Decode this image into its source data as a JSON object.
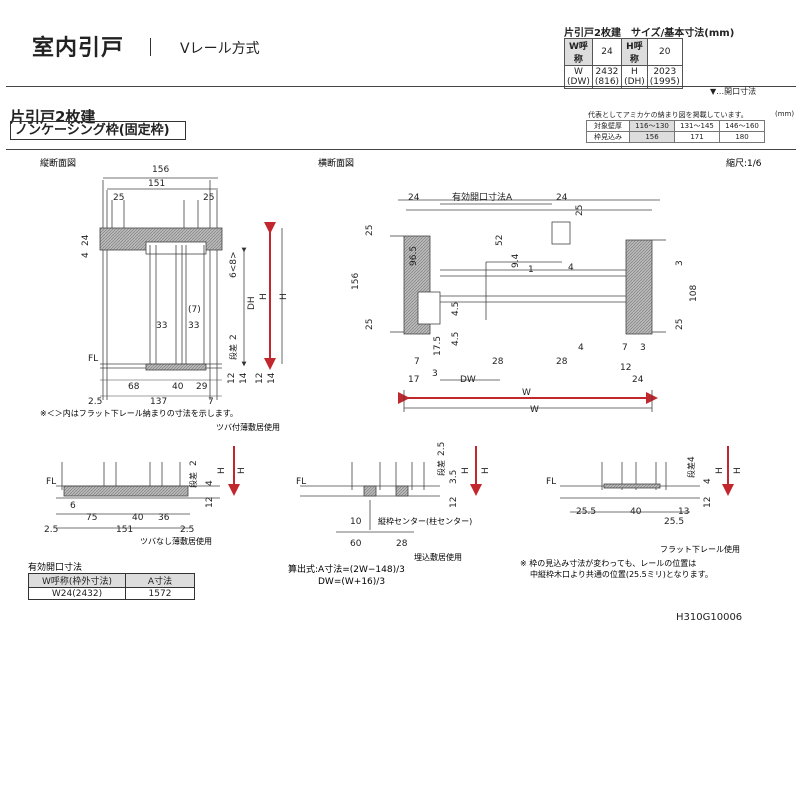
{
  "header": {
    "title": "室内引戸",
    "subtitle": "Vレール方式"
  },
  "spec": {
    "caption": "片引戸2枚建　サイズ/基本寸法(mm)",
    "w_head": "W呼称",
    "w_call": "24",
    "h_head": "H呼称",
    "h_call": "20",
    "w_label": "W",
    "w_sub": "(DW)",
    "w_val": "2432",
    "w_val2": "(816)",
    "h_label": "H",
    "h_sub": "(DH)",
    "h_val": "2023",
    "h_val2": "(1995)",
    "open_note": "▼…開口寸法"
  },
  "section": {
    "title": "片引戸2枚建",
    "frame": "ノンケーシング枠(固定枠)"
  },
  "frame_table": {
    "note": "代表としてアミカケの納まり図を掲載しています。",
    "unit": "(mm)",
    "row1_head": "対象壁厚",
    "row1": [
      "116〜130",
      "131〜145",
      "146〜160"
    ],
    "row2_head": "枠見込み",
    "row2": [
      "156",
      "171",
      "180"
    ]
  },
  "labels": {
    "vertical": "縦断面図",
    "horizontal": "横断面図",
    "scale": "縮尺:1/6",
    "bracket_note": "※＜＞内はフラット下レール納まりの寸法を示します。",
    "tsuba_thin": "ツバ付薄敷居使用",
    "tsuba_none": "ツバなし薄敷居使用",
    "embedded": "埋込敷居使用",
    "flat_rail": "フラット下レール使用",
    "center": "縦枠センター(柱センター)",
    "fl": "FL",
    "eff_open_A": "有効開口寸法A",
    "dansa": "段差"
  },
  "effective": {
    "title": "有効開口寸法",
    "col1": "W呼称(枠外寸法)",
    "col2": "A寸法",
    "row_w": "W24(2432)",
    "row_a": "1572"
  },
  "formula": {
    "line1": "算出式:A寸法=(2W−148)/3",
    "line2": "DW=(W+16)/3"
  },
  "flat_note": {
    "line1": "※ 枠の見込み寸法が変わっても、レールの位置は",
    "line2": "中縦枠木口より共通の位置(25.5ミリ)となります。"
  },
  "code": "H310G10006",
  "dims": {
    "v_top": [
      "156",
      "151",
      "25",
      "25",
      "24",
      "4"
    ],
    "v_mid": [
      "(7)",
      "33",
      "33",
      "2",
      "6<8>",
      "DH",
      "H",
      "H"
    ],
    "v_bottom": [
      "68",
      "40",
      "29",
      "2.5",
      "137",
      "7",
      "12",
      "14",
      "12",
      "14"
    ],
    "h_top": [
      "24",
      "24",
      "25",
      "25",
      "52",
      "96.5",
      "9.4",
      "1",
      "4",
      "156",
      "3",
      "108"
    ],
    "h_mid": [
      "4.5",
      "4.5",
      "17.5",
      "25",
      "7",
      "3",
      "28",
      "28",
      "4",
      "7",
      "3",
      "25"
    ],
    "h_bottom": [
      "17",
      "DW",
      "12",
      "24",
      "W",
      "W"
    ],
    "s1": [
      "6",
      "75",
      "40",
      "36",
      "2.5",
      "151",
      "2.5",
      "2",
      "4",
      "12",
      "H",
      "H"
    ],
    "s2": [
      "10",
      "60",
      "28",
      "2.5",
      "3.5",
      "12",
      "H",
      "H"
    ],
    "s3": [
      "25.5",
      "40",
      "13",
      "25.5",
      "4",
      "4",
      "12",
      "H",
      "H"
    ]
  }
}
